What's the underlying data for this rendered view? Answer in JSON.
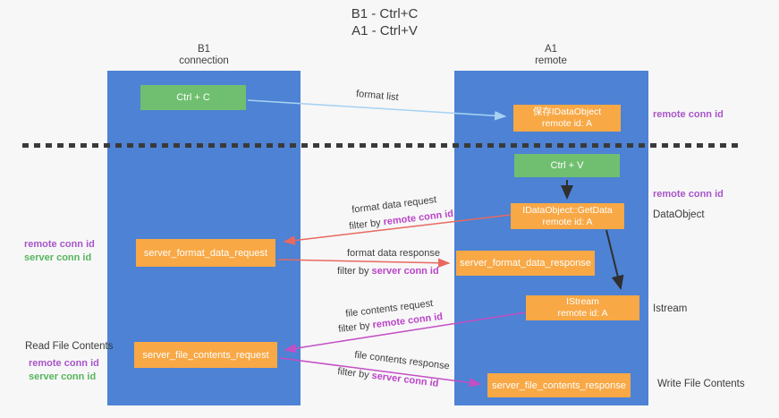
{
  "title": {
    "line1": "B1 - Ctrl+C",
    "line2": "A1 - Ctrl+V"
  },
  "lanes": {
    "left": {
      "title": "B1",
      "subtitle": "connection"
    },
    "right": {
      "title": "A1",
      "subtitle": "remote"
    }
  },
  "nodes": {
    "ctrl_c": {
      "label": "Ctrl + C"
    },
    "ctrl_v": {
      "label": "Ctrl + V"
    },
    "save_idataobject": {
      "line1": "保存IDataObject",
      "line2": "remote id: A"
    },
    "getdata": {
      "line1": "IDataObject::GetData",
      "line2": "remote id: A"
    },
    "istream": {
      "line1": "IStream",
      "line2": "remote id: A"
    },
    "server_format_data_request": {
      "label": "server_format_data_request"
    },
    "server_format_data_response": {
      "label": "server_format_data_response"
    },
    "server_file_contents_request": {
      "label": "server_file_contents_request"
    },
    "server_file_contents_response": {
      "label": "server_file_contents_response"
    }
  },
  "flow_labels": {
    "format_list": "format list",
    "format_data_request": "format data request",
    "format_data_response": "format data response",
    "file_contents_request": "file contents request",
    "file_contents_response": "file contents response",
    "filter_by": "filter by ",
    "remote_conn_id": "remote conn id",
    "server_conn_id": "server conn id"
  },
  "margin_labels": {
    "right_remote_conn_id_top": "remote conn id",
    "right_remote_conn_id_mid": "remote conn id",
    "dataobject": "DataObject",
    "istream": "Istream",
    "write_file_contents": "Write File Contents",
    "left_remote_conn_id_top": "remote conn id",
    "left_server_conn_id_top": "server conn id",
    "read_file_contents": "Read File Contents",
    "left_remote_conn_id_bottom": "remote conn id",
    "left_server_conn_id_bottom": "server conn id"
  },
  "colors": {
    "background": "#f7f7f8",
    "lane_blue": "#4d82d4",
    "box_green": "#70bf70",
    "box_orange": "#f8a845",
    "purple_id": "#a855c8",
    "green_id": "#57b55c",
    "filter_highlight": "#bb44c8",
    "arrow_red": "#e8695f",
    "arrow_magenta": "#c44ec4",
    "arrow_blue": "#a6d2f2",
    "arrow_black": "#2f2f2f",
    "dash_line": "#3a3a3a"
  }
}
